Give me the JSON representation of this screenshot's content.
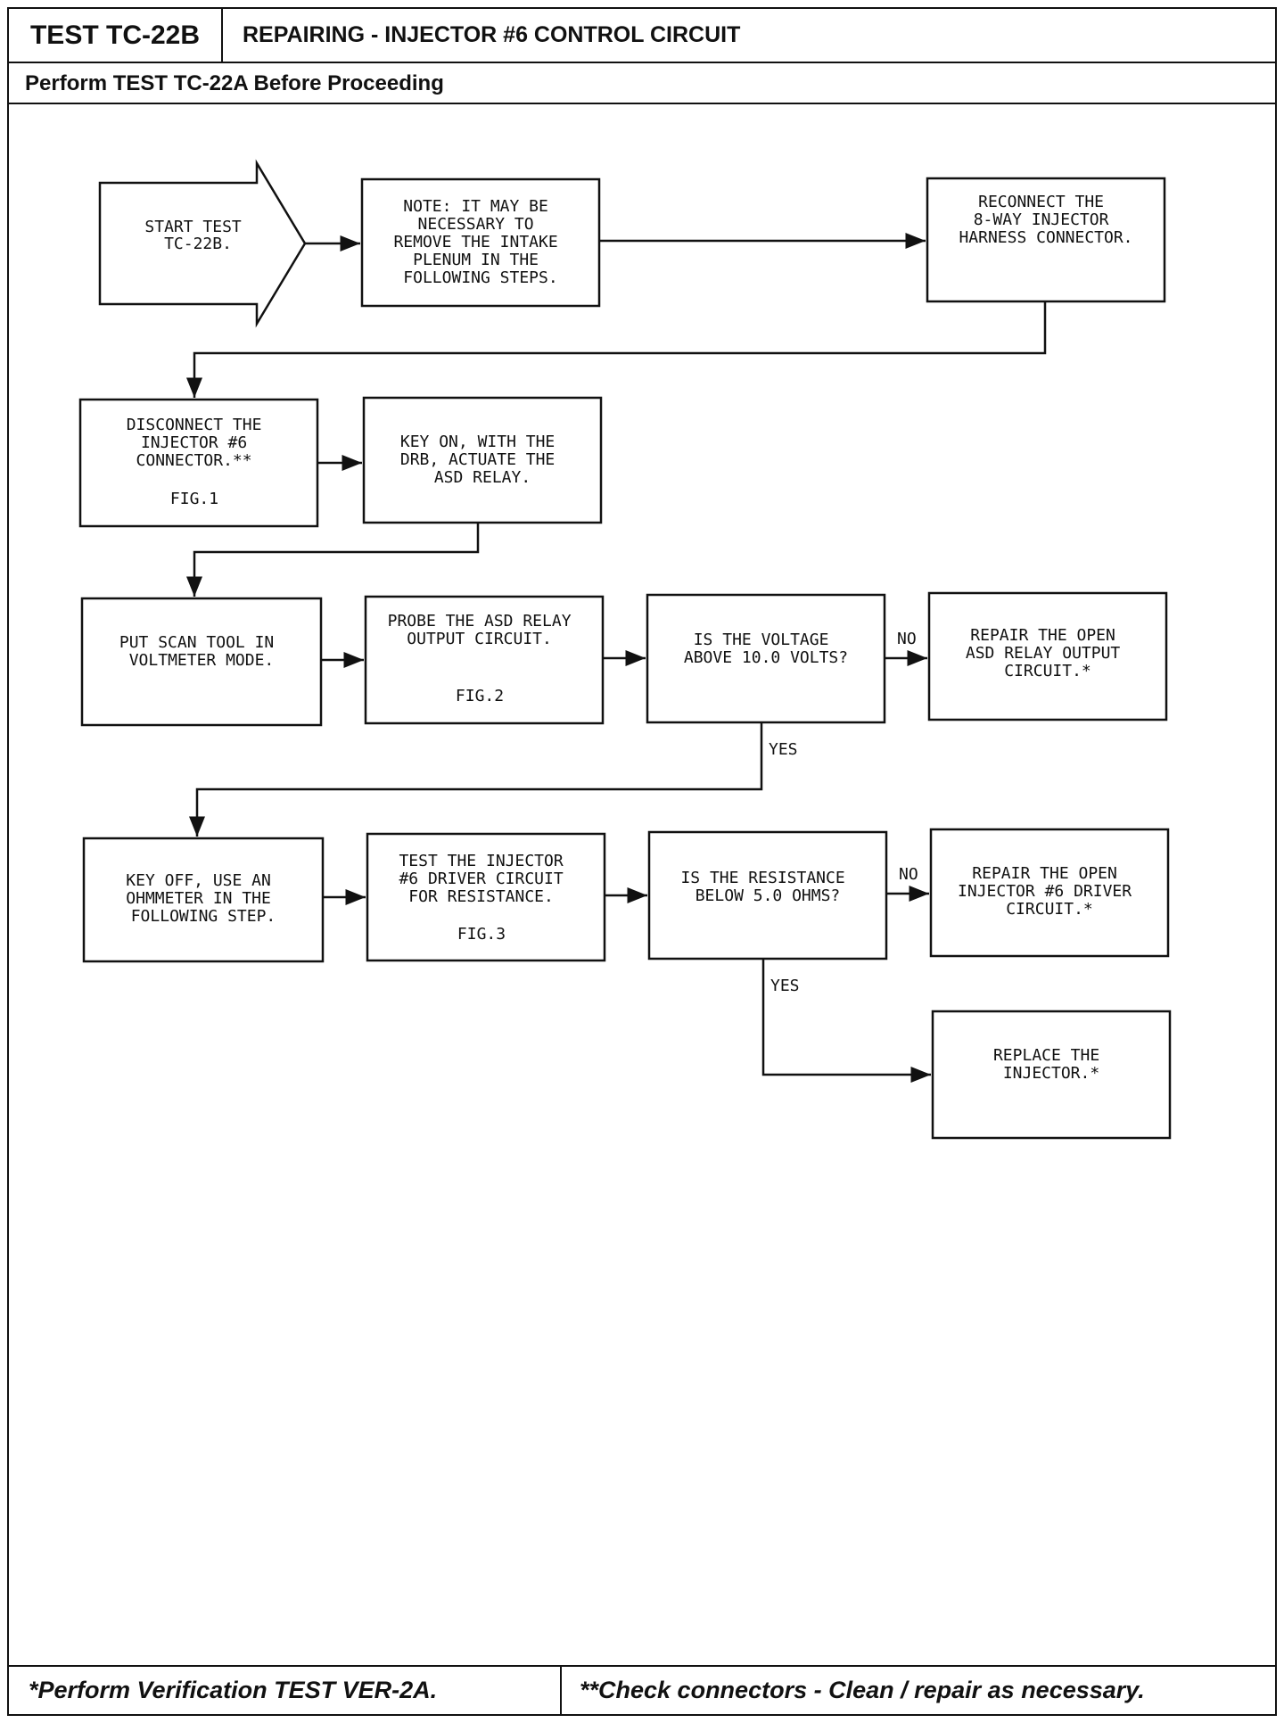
{
  "header": {
    "test_id": "TEST TC-22B",
    "title": "REPAIRING - INJECTOR #6 CONTROL CIRCUIT",
    "prerequisite": "Perform TEST TC-22A Before Proceeding"
  },
  "flow": {
    "start": [
      "START TEST",
      "TC-22B."
    ],
    "note": [
      "NOTE: IT MAY BE",
      "NECESSARY TO",
      "REMOVE THE INTAKE",
      "PLENUM IN THE",
      "FOLLOWING STEPS."
    ],
    "reconnect": [
      "RECONNECT THE",
      "8-WAY INJECTOR",
      "HARNESS CONNECTOR."
    ],
    "disconnect": [
      "DISCONNECT THE",
      "INJECTOR #6",
      "CONNECTOR.**",
      "",
      "FIG.1"
    ],
    "key_on": [
      "KEY ON, WITH THE",
      "DRB, ACTUATE THE",
      "ASD RELAY."
    ],
    "scan_tool": [
      "PUT SCAN TOOL IN",
      "VOLTMETER MODE."
    ],
    "probe": [
      "PROBE THE ASD RELAY",
      "OUTPUT CIRCUIT.",
      "",
      "",
      "FIG.2"
    ],
    "voltage_question": [
      "IS THE VOLTAGE",
      "ABOVE 10.0 VOLTS?"
    ],
    "repair_asd": [
      "REPAIR THE OPEN",
      "ASD RELAY OUTPUT",
      "CIRCUIT.*"
    ],
    "key_off": [
      "KEY OFF, USE AN",
      "OHMMETER IN THE",
      "FOLLOWING STEP."
    ],
    "test_injector": [
      "TEST THE INJECTOR",
      "#6 DRIVER CIRCUIT",
      "FOR RESISTANCE.",
      "",
      "FIG.3"
    ],
    "resistance_question": [
      "IS THE RESISTANCE",
      "BELOW 5.0 OHMS?"
    ],
    "repair_driver": [
      "REPAIR THE OPEN",
      "INJECTOR #6 DRIVER",
      "CIRCUIT.*"
    ],
    "replace": [
      "REPLACE THE",
      "INJECTOR.*"
    ],
    "labels": {
      "no_1": "NO",
      "yes_1": "YES",
      "no_2": "NO",
      "yes_2": "YES"
    }
  },
  "footer": {
    "left": "*Perform Verification TEST VER-2A.",
    "right": "**Check connectors - Clean / repair as necessary."
  }
}
